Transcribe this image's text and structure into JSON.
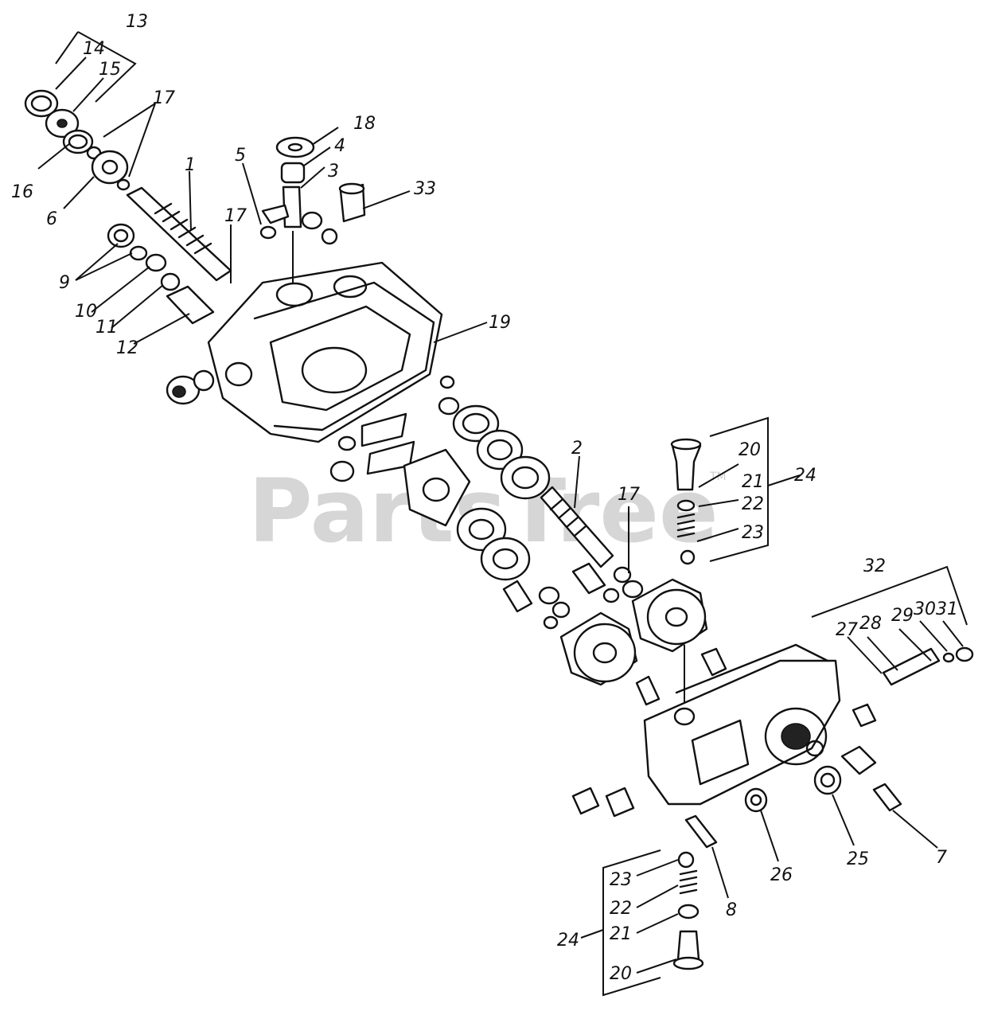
{
  "watermark": {
    "text": "PartsTree",
    "tm": "TM"
  },
  "callouts": {
    "c13": "13",
    "c14": "14",
    "c15": "15",
    "c17a": "17",
    "c16": "16",
    "c6": "6",
    "c1": "1",
    "c5": "5",
    "c18": "18",
    "c4": "4",
    "c3": "3",
    "c33": "33",
    "c17b": "17",
    "c9": "9",
    "c10": "10",
    "c11": "11",
    "c12": "12",
    "c19": "19",
    "c2": "2",
    "c17c": "17",
    "c20a": "20",
    "c21a": "21",
    "c22a": "22",
    "c23a": "23",
    "c24a": "24",
    "c32": "32",
    "c27": "27",
    "c28": "28",
    "c29": "29",
    "c30": "30",
    "c31": "31",
    "c7": "7",
    "c25": "25",
    "c26": "26",
    "c8": "8",
    "c23b": "23",
    "c22b": "22",
    "c21b": "21",
    "c24b": "24",
    "c20b": "20"
  }
}
